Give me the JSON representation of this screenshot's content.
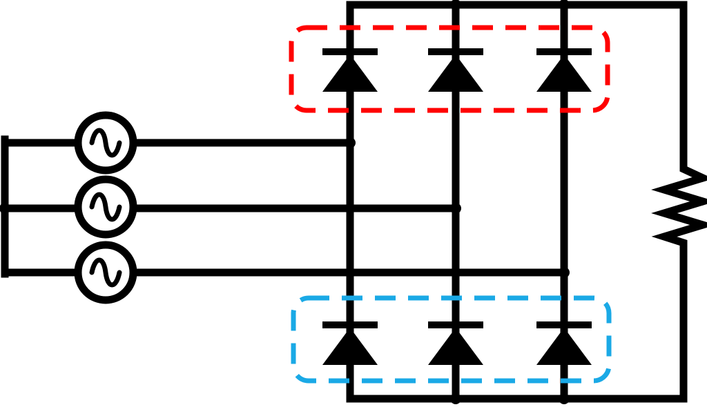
{
  "diagram": {
    "type": "three-phase-bridge-rectifier",
    "colors": {
      "wire": "#000000",
      "upper_group": "#ff0000",
      "lower_group": "#1aa9e6",
      "background": "#ffffff"
    },
    "sources": [
      "phase-a",
      "phase-b",
      "phase-c"
    ],
    "upper_diodes": [
      "d1",
      "d2",
      "d3"
    ],
    "lower_diodes": [
      "d4",
      "d5",
      "d6"
    ],
    "load": "resistor"
  }
}
